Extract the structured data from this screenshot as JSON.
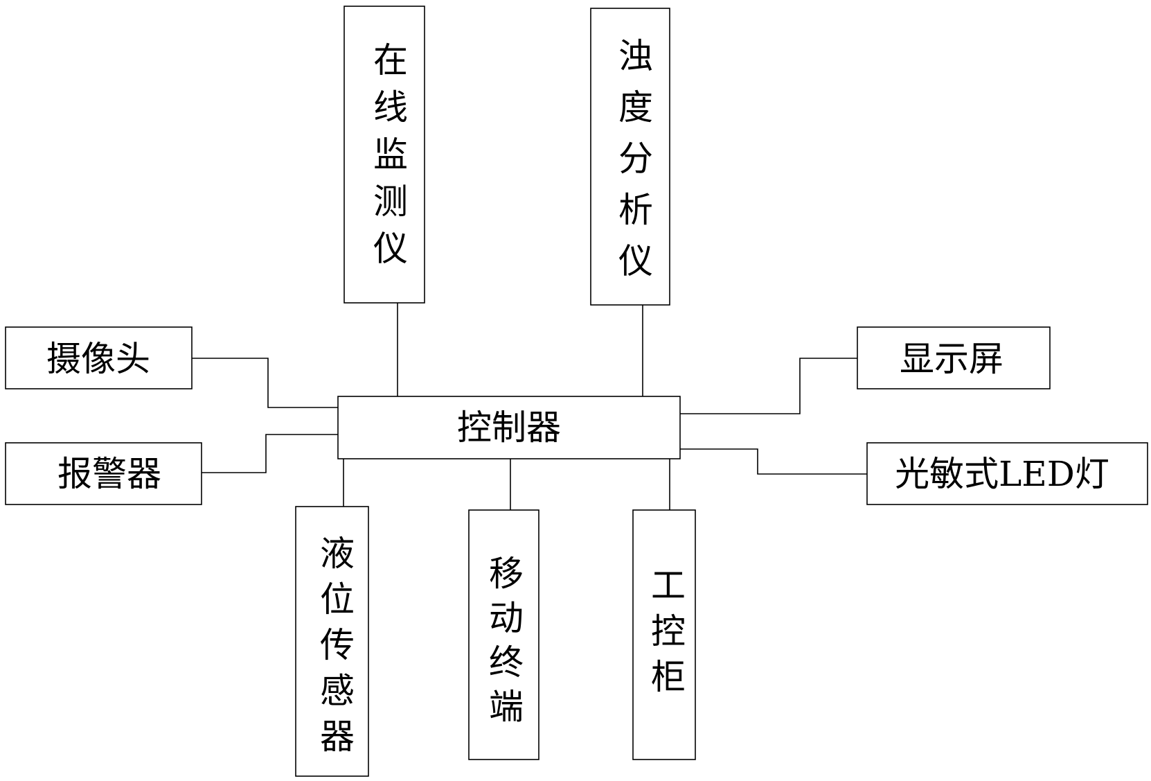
{
  "nodes": {
    "controller": "控制器",
    "online_monitor": "在线监测仪",
    "turbidity_analyzer": "浊度分析仪",
    "camera": "摄像头",
    "alarm": "报警器",
    "display": "显示屏",
    "led_light": "光敏式LED灯",
    "level_sensor": "液位传感器",
    "mobile_terminal": "移动终端",
    "control_cabinet": "工控柜"
  }
}
